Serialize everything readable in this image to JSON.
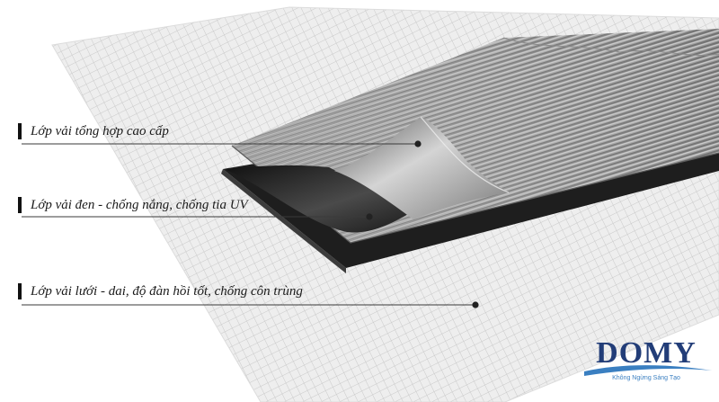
{
  "layers": [
    {
      "label": "Lớp vải tổng hợp cao cấp"
    },
    {
      "label": "Lớp vải đen  - chống nắng, chống tia UV"
    },
    {
      "label": "Lớp vải lưới - dai, độ đàn hồi tốt, chống côn trùng"
    }
  ],
  "logo": {
    "name": "DOMY",
    "tagline": "Không Ngừng Sáng Tạo"
  },
  "colors": {
    "logo_blue": "#223d78",
    "tagline_blue": "#3a7fc1",
    "mesh_gray": "#e9e9e9",
    "black_layer": "#1d1d1d",
    "fabric_gray": "#9a9a9a"
  }
}
